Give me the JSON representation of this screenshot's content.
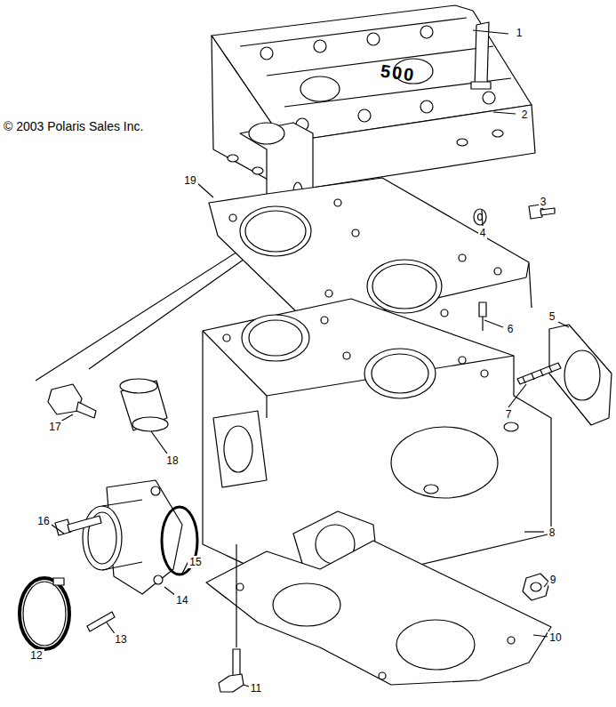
{
  "diagram": {
    "labels": [
      "© 2003 Polaris Sales Inc.",
      "500",
      "1",
      "2",
      "19",
      "3",
      "4",
      "5",
      "6",
      "7",
      "17",
      "18",
      "16",
      "15",
      "8",
      "14",
      "9",
      "12",
      "13",
      "10",
      "11"
    ]
  }
}
